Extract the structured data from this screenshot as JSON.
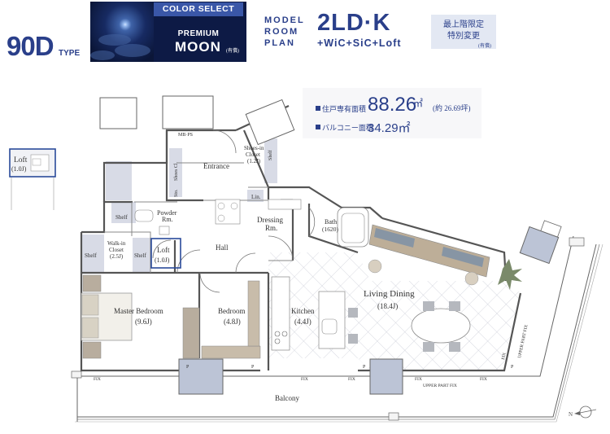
{
  "header": {
    "type_code": "90D",
    "type_suffix": "TYPE",
    "color_select": "COLOR SELECT",
    "premium": "PREMIUM",
    "moon": "MOON",
    "moon_note": "(有償)",
    "model_lines": [
      "MODEL",
      "ROOM",
      "PLAN"
    ],
    "plan_main": "2LD·K",
    "plan_sub": "+WiC+SiC+Loft",
    "badge_lines": [
      "最上階限定",
      "特別変更"
    ],
    "badge_note": "(有償)"
  },
  "area": {
    "private_label": "住戸専有面積",
    "private_value": "88.26",
    "unit": "㎡",
    "tsubo": "(約 26.69坪)",
    "balcony_label": "バルコニー面積",
    "balcony_value": "34.29㎡"
  },
  "inset": {
    "label": "Loft",
    "size": "(1.0J)"
  },
  "rooms": {
    "mbps": "MB·PS",
    "entrance": "Entrance",
    "shoes_closet": "Shoes-in",
    "shoes_closet2": "Closet",
    "shoes_closet_size": "(1.2J)",
    "shoes_cl": "Shoes Cl.",
    "sto": "Sto.",
    "shelf": "Shelf",
    "lin": "Lin.",
    "dressing": "Dressing",
    "dressing2": "Rm.",
    "bath": "Bath",
    "bath_size": "(1620)",
    "powder": "Powder",
    "powder2": "Rm.",
    "walkin": "Walk-in",
    "walkin2": "Closet",
    "walkin_size": "(2.5J)",
    "loft": "Loft",
    "loft_size": "(1.0J)",
    "hall": "Hall",
    "living": "Living Dining",
    "living_size": "(18.4J)",
    "master": "Master Bedroom",
    "master_size": "(9.6J)",
    "bedroom": "Bedroom",
    "bedroom_size": "(4.8J)",
    "kitchen": "Kitchen",
    "kitchen_size": "(4.4J)",
    "balcony": "Balcony",
    "fix": "FIX",
    "upper_fix": "UPPER PART FIX",
    "p": "P",
    "north": "N"
  }
}
